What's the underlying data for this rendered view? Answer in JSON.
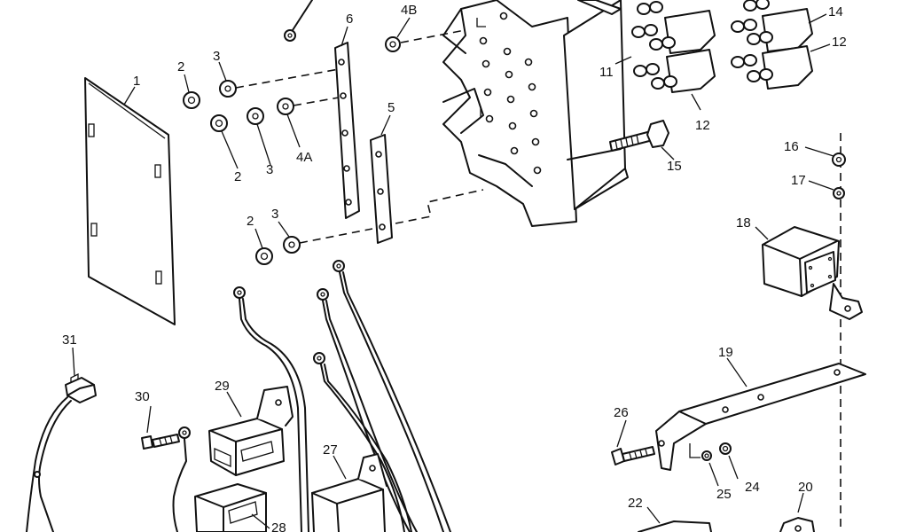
{
  "callouts": [
    {
      "id": "c1",
      "text": "1"
    },
    {
      "id": "c2a",
      "text": "2"
    },
    {
      "id": "c3a",
      "text": "3"
    },
    {
      "id": "c2b",
      "text": "2"
    },
    {
      "id": "c3b",
      "text": "3"
    },
    {
      "id": "c4a",
      "text": "4A"
    },
    {
      "id": "c4b",
      "text": "4B"
    },
    {
      "id": "c5",
      "text": "5"
    },
    {
      "id": "c6",
      "text": "6"
    },
    {
      "id": "c2c",
      "text": "2"
    },
    {
      "id": "c3c",
      "text": "3"
    },
    {
      "id": "c11",
      "text": "11"
    },
    {
      "id": "c12a",
      "text": "12"
    },
    {
      "id": "c12b",
      "text": "12"
    },
    {
      "id": "c14",
      "text": "14"
    },
    {
      "id": "c15",
      "text": "15"
    },
    {
      "id": "c16",
      "text": "16"
    },
    {
      "id": "c17",
      "text": "17"
    },
    {
      "id": "c18",
      "text": "18"
    },
    {
      "id": "c19",
      "text": "19"
    },
    {
      "id": "c20",
      "text": "20"
    },
    {
      "id": "c22",
      "text": "22"
    },
    {
      "id": "c24",
      "text": "24"
    },
    {
      "id": "c25",
      "text": "25"
    },
    {
      "id": "c26",
      "text": "26"
    },
    {
      "id": "c27",
      "text": "27"
    },
    {
      "id": "c28",
      "text": "28"
    },
    {
      "id": "c29",
      "text": "29"
    },
    {
      "id": "c30",
      "text": "30"
    },
    {
      "id": "c31",
      "text": "31"
    }
  ]
}
